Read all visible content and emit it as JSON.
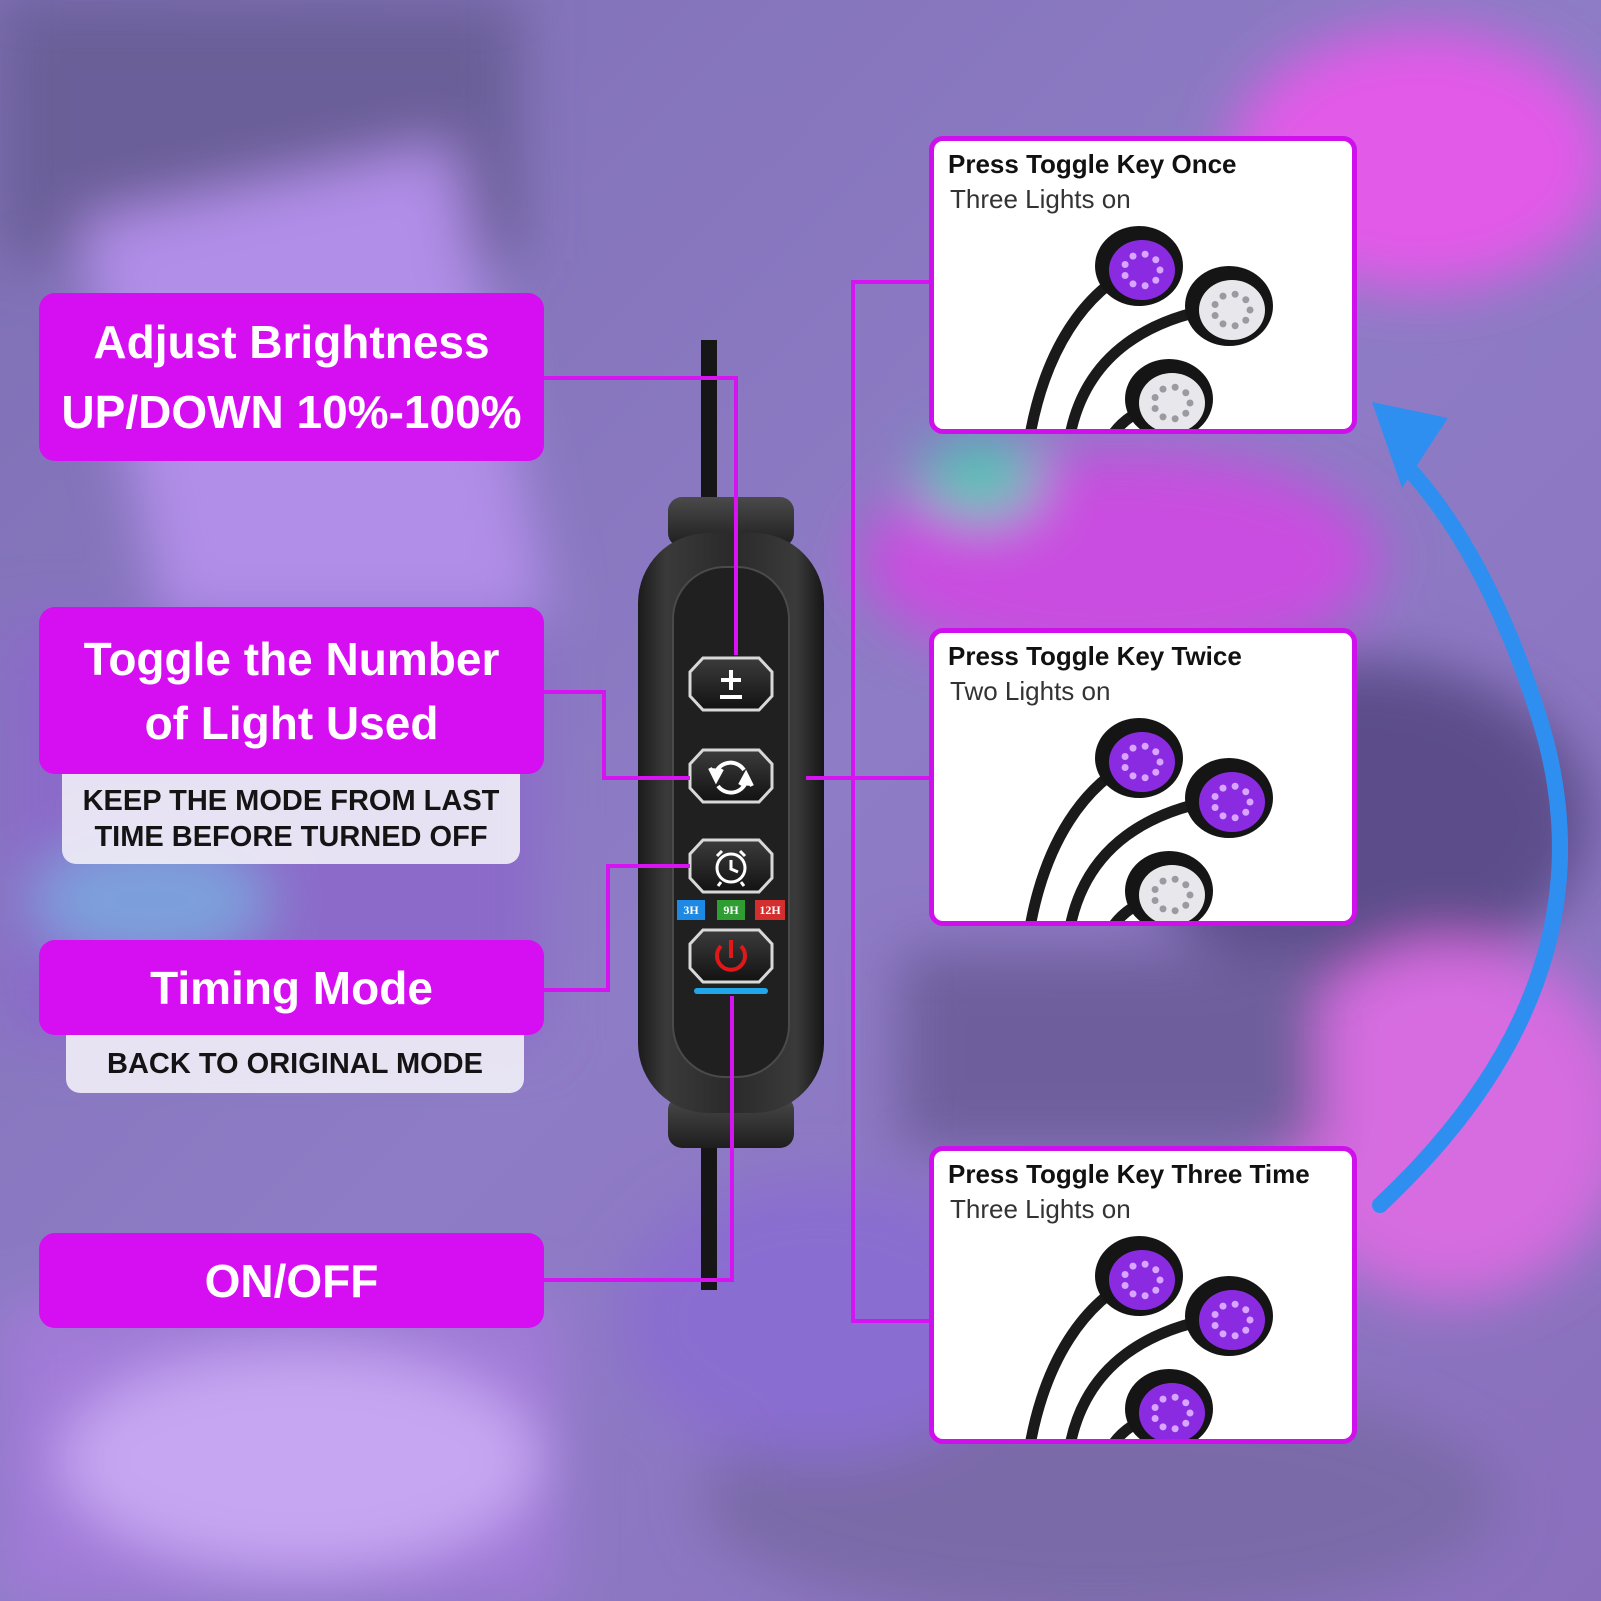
{
  "left_labels": {
    "brightness": {
      "line1": "Adjust Brightness",
      "line2": "UP/DOWN 10%-100%"
    },
    "toggle": {
      "line1": "Toggle the Number",
      "line2": "of Light Used"
    },
    "toggle_note": {
      "line1": "KEEP THE MODE FROM LAST",
      "line2": "TIME BEFORE TURNED OFF"
    },
    "timing": {
      "line1": "Timing Mode"
    },
    "timing_note": {
      "line1": "BACK TO ORIGINAL MODE"
    },
    "power": {
      "line1": "ON/OFF"
    }
  },
  "controller": {
    "buttons": [
      "plus-minus-icon",
      "toggle-arrows-icon",
      "alarm-clock-icon",
      "power-icon"
    ],
    "timer_badges": [
      {
        "label": "3H",
        "color": "#1e88e5"
      },
      {
        "label": "9H",
        "color": "#2e9d32"
      },
      {
        "label": "12H",
        "color": "#d32f2f"
      }
    ]
  },
  "cards": [
    {
      "title": "Press Toggle Key Once",
      "subtitle": "Three Lights on",
      "lamps": [
        "purple",
        "white",
        "white"
      ]
    },
    {
      "title": "Press Toggle Key Twice",
      "subtitle": "Two Lights on",
      "lamps": [
        "purple",
        "purple",
        "white"
      ]
    },
    {
      "title": "Press Toggle Key Three Time",
      "subtitle": "Three Lights on",
      "lamps": [
        "purple",
        "purple",
        "purple"
      ]
    }
  ],
  "colors": {
    "label_bg": "#d60ef2",
    "card_border": "#d010ec",
    "arrow": "#2f8ff0",
    "connector": "#d614f2"
  }
}
